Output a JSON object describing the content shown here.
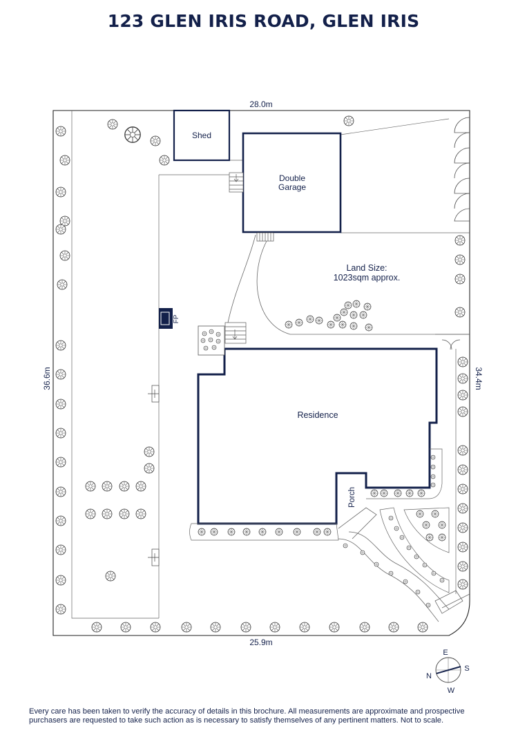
{
  "title": "123 GLEN IRIS ROAD, GLEN IRIS",
  "dimensions": {
    "top": "28.0m",
    "left": "36.6m",
    "right": "34.4m",
    "bottom": "25.9m"
  },
  "rooms": {
    "shed": "Shed",
    "garage_line1": "Double",
    "garage_line2": "Garage",
    "residence": "Residence",
    "porch": "Porch",
    "fireplace": "FP"
  },
  "land_size": {
    "line1": "Land Size:",
    "line2": "1023sqm approx."
  },
  "compass": {
    "north": "N",
    "east": "E",
    "south": "S",
    "west": "W"
  },
  "disclaimer": {
    "line1": "Every care has been taken to verify the accuracy of details in this brochure. All measurements are approximate and prospective",
    "line2": "purchasers are requested to take such action as is necessary to satisfy themselves of any pertinent matters. Not to scale."
  },
  "colors": {
    "ink": "#13204a",
    "line": "#555555"
  }
}
